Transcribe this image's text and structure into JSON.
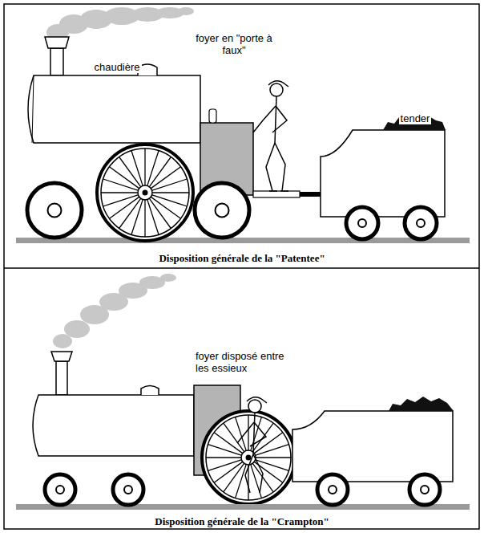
{
  "diagram": {
    "labels": [
      "chaudière",
      "foyer en \"porte à faux\"",
      "tender",
      "Disposition générale de la \"Patentee\"",
      "foyer disposé entre les essieux",
      "Disposition générale de la \"Crampton\""
    ]
  }
}
